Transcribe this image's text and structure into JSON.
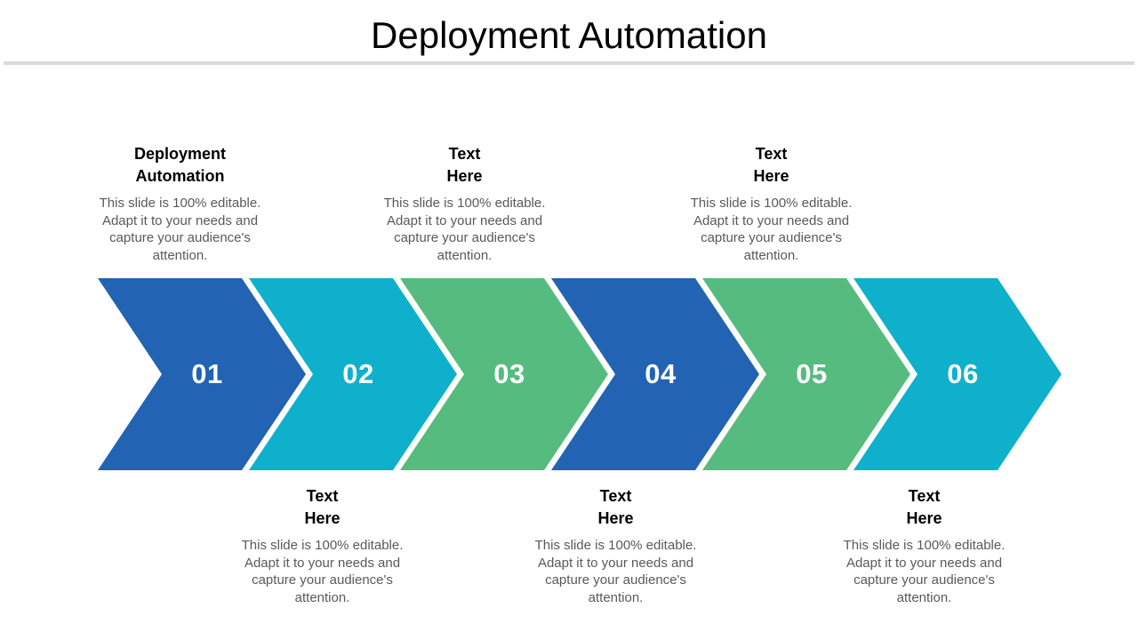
{
  "slide": {
    "title": "Deployment Automation",
    "background_color": "#ffffff",
    "divider_color": "#d9d9d9"
  },
  "palette": {
    "blue": "#2263b3",
    "cyan": "#0fb0cb",
    "green": "#56bb7f",
    "number_color": "#ffffff",
    "heading_color": "#000000",
    "body_color": "#595959"
  },
  "process": {
    "steps": [
      {
        "number": "01",
        "color": "#2263b3",
        "position": "top"
      },
      {
        "number": "02",
        "color": "#0fb0cb",
        "position": "bottom"
      },
      {
        "number": "03",
        "color": "#56bb7f",
        "position": "top"
      },
      {
        "number": "04",
        "color": "#2263b3",
        "position": "bottom"
      },
      {
        "number": "05",
        "color": "#56bb7f",
        "position": "top"
      },
      {
        "number": "06",
        "color": "#0fb0cb",
        "position": "bottom"
      }
    ]
  },
  "text_blocks": {
    "top": [
      {
        "heading": "Deployment\nAutomation",
        "body": "This slide is 100% editable. Adapt it to your needs and capture your audience's attention."
      },
      {
        "heading": "Text\nHere",
        "body": "This slide is 100% editable. Adapt it to your needs and capture your audience's attention."
      },
      {
        "heading": "Text\nHere",
        "body": "This slide is 100% editable. Adapt it to your needs and capture your audience's attention."
      }
    ],
    "bottom": [
      {
        "heading": "Text\nHere",
        "body": "This slide is 100% editable. Adapt it to your needs and capture your audience's attention."
      },
      {
        "heading": "Text\nHere",
        "body": "This slide is 100% editable. Adapt it to your needs and capture your audience's attention."
      },
      {
        "heading": "Text\nHere",
        "body": "This slide is 100% editable. Adapt it to your needs and capture your audience's attention."
      }
    ]
  }
}
